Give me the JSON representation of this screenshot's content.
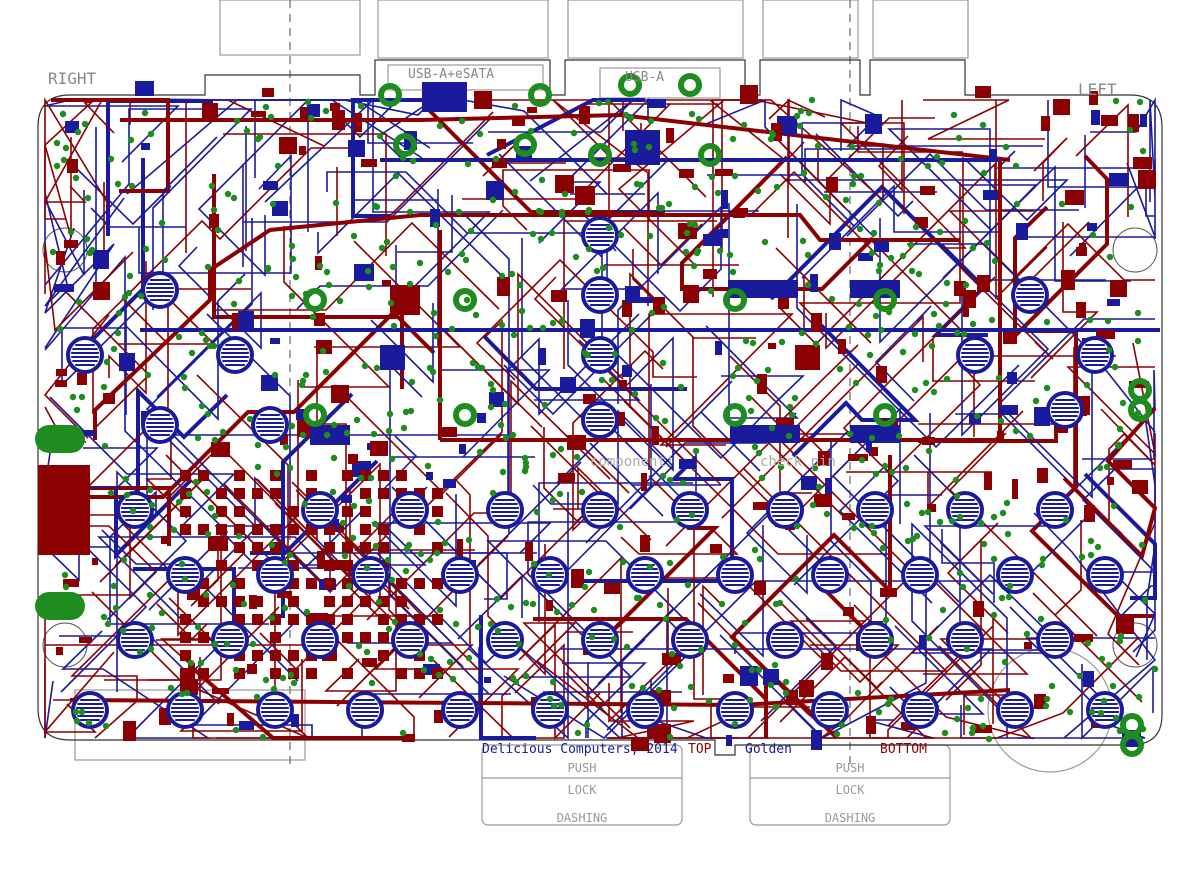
{
  "labels": {
    "right": "RIGHT",
    "left": "LEFT",
    "usb_esata": "USB-A+eSATA",
    "usb_a": "USB-A",
    "credit": "Delicious Computers, 2014",
    "author": "Golden",
    "layer_top": "TOP",
    "layer_bottom": "BOTTOM",
    "component_note": "component!",
    "check_note": "check pin"
  },
  "switch_labels_left": [
    "PUSH",
    "LOCK",
    "DASHING"
  ],
  "switch_labels_right": [
    "PUSH",
    "LOCK",
    "DASHING"
  ],
  "colors": {
    "top_copper": "#8b0000",
    "bottom_copper": "#1a1a9c",
    "via": "#1e8c1e",
    "silkscreen": "#8c8c8c",
    "outline": "#333333"
  }
}
